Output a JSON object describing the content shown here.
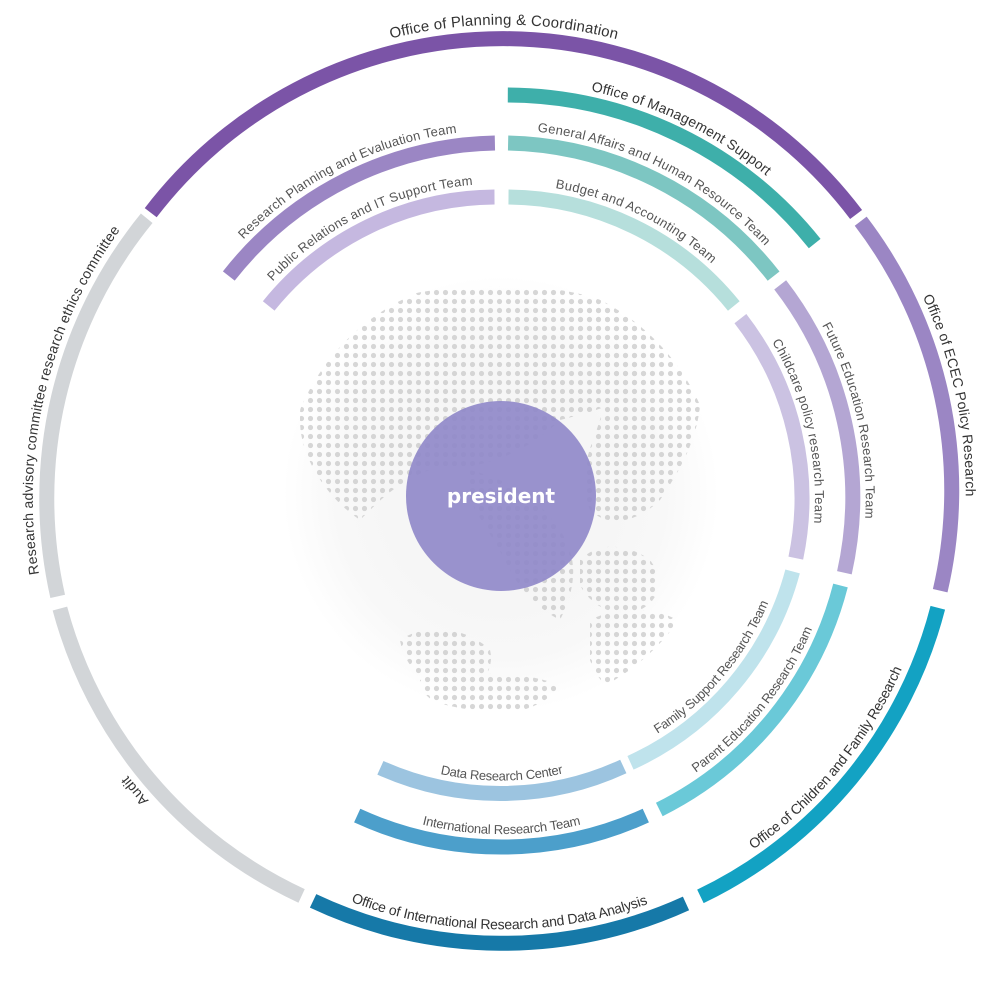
{
  "center": {
    "label": "president",
    "color": "#8f87c9"
  },
  "globe": {
    "icon": "world-globe-dot-map",
    "dot_color": "#cfcfcf"
  },
  "outer_ring": [
    {
      "id": "planning",
      "label": "Office of Planning & Coordination",
      "color": "#7b54a7"
    },
    {
      "id": "ecec",
      "label": "Office of ECEC Policy Research",
      "color": "#9b86c4"
    },
    {
      "id": "children-family",
      "label": "Office of Children and Family Research",
      "color": "#13a2c3"
    },
    {
      "id": "international-office",
      "label": "Office of International Research and Data Analysis",
      "color": "#1679a8"
    },
    {
      "id": "audit",
      "label": "Audit",
      "color": "#d2d5d8"
    },
    {
      "id": "committee",
      "label": "Research advisory committee research ethics committee",
      "color": "#d2d5d8"
    }
  ],
  "inner_ring": [
    {
      "id": "management-support",
      "label": "Office of Management Support",
      "color": "#3eafaa"
    },
    {
      "id": "general-affairs",
      "label": "General Affairs and Human Resource Team",
      "color": "#7dc6c2"
    },
    {
      "id": "budget",
      "label": "Budget and Accounting Team",
      "color": "#b6dfdc"
    },
    {
      "id": "future-education",
      "label": "Future Education Research Team",
      "color": "#b4a6d3"
    },
    {
      "id": "childcare-policy",
      "label": "Childcare policy research Team",
      "color": "#cbc2e2"
    },
    {
      "id": "research-planning",
      "label": "Research Planning and Evaluation Team",
      "color": "#9b86c4"
    },
    {
      "id": "public-relations",
      "label": "Public Relations and IT Support Team",
      "color": "#c5b8e0"
    },
    {
      "id": "parent-education",
      "label": "Parent Education Research Team",
      "color": "#6ac9d8"
    },
    {
      "id": "family-support",
      "label": "Family Support Research Team",
      "color": "#bfe3ec"
    },
    {
      "id": "international-team",
      "label": "International Research Team",
      "color": "#4c9fcb"
    },
    {
      "id": "data-center",
      "label": "Data Research Center",
      "color": "#9cc4e0"
    }
  ]
}
